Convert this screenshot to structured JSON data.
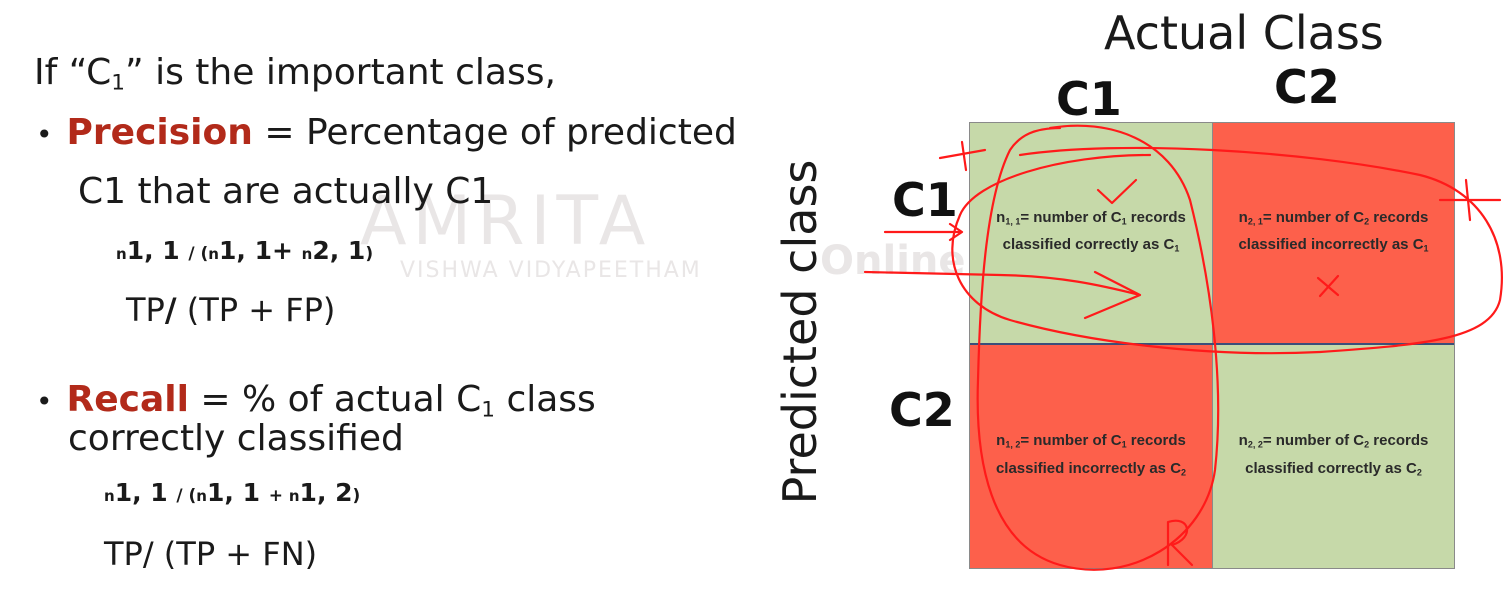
{
  "left": {
    "intro": {
      "pre": "If “C",
      "sub": "1",
      "post": "” is the important class,"
    },
    "precision": {
      "bullet": "•",
      "term": "Precision",
      "def": "= Percentage of predicted",
      "def2": "C1 that are actually C1",
      "formula": {
        "n1": "n",
        "a": "1, 1 ",
        "slash": "/ (",
        "n2": "n",
        "b": "1, 1+ ",
        "n3": "n",
        "c": "2, 1",
        "close": ")"
      },
      "tp": {
        "a": "TP",
        "slash": "/",
        "b": " (TP + FP)"
      }
    },
    "recall": {
      "bullet": "•",
      "term": "Recall",
      "def": "= % of actual C",
      "def_sub": "1",
      "def_post": " class",
      "def2": "correctly classified",
      "formula": {
        "n1": "n",
        "a": "1, 1 ",
        "slash": "/ (",
        "n2": "n",
        "b": "1, 1 ",
        "plus": "+ ",
        "n3": "n",
        "c": "1, 2",
        "close": ")"
      },
      "tp": "TP/ (TP + FN)"
    }
  },
  "matrix": {
    "actual_label": "Actual Class",
    "predicted_label": "Predicted class",
    "col_headers": [
      "C1",
      "C2"
    ],
    "row_headers": [
      "C1",
      "C2"
    ],
    "cells": [
      {
        "n": "n",
        "idx": "1, 1",
        "l1a": "= number of C",
        "l1s": "1",
        "l1b": " records",
        "l2a": "classified correctly as C",
        "l2s": "1",
        "color": "#c6d9a9"
      },
      {
        "n": "n",
        "idx": "2, 1",
        "l1a": "= number of C",
        "l1s": "2",
        "l1b": " records",
        "l2a": "classified incorrectly as C",
        "l2s": "1",
        "color": "#fd604b"
      },
      {
        "n": "n",
        "idx": "1, 2",
        "l1a": "= number of C",
        "l1s": "1",
        "l1b": " records",
        "l2a": "classified incorrectly as C",
        "l2s": "2",
        "color": "#fd604b"
      },
      {
        "n": "n",
        "idx": "2, 2",
        "l1a": "= number of C",
        "l1s": "2",
        "l1b": " records",
        "l2a": "classified correctly as C",
        "l2s": "2",
        "color": "#c6d9a9"
      }
    ]
  },
  "watermark": {
    "main": "AMRITA",
    "sub": "VISHWA VIDYAPEETHAM",
    "online": "Online"
  },
  "annotations": {
    "colors": {
      "ink": "#ff1a1a"
    }
  }
}
